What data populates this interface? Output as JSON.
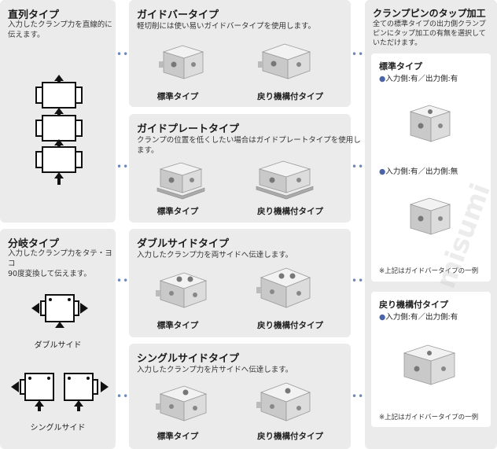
{
  "straight": {
    "title": "直列タイプ",
    "desc": [
      "入力したクランプ力を直線的に",
      "伝えます。"
    ]
  },
  "branch": {
    "title": "分岐タイプ",
    "desc": [
      "入力したクランプ力をタテ・ヨコ",
      "90度変換して伝えます。"
    ],
    "label_double": "ダブルサイド",
    "label_single": "シングルサイド"
  },
  "guide_bar": {
    "title": "ガイドバータイプ",
    "desc": "軽切削には使い易いガイドバータイプを使用します。",
    "label_std": "標準タイプ",
    "label_ret": "戻り機構付タイプ"
  },
  "guide_plate": {
    "title": "ガイドプレートタイプ",
    "desc": [
      "クランプの位置を低くしたい場合はガイドプレートタイプを使用し",
      "ます。"
    ],
    "label_std": "標準タイプ",
    "label_ret": "戻り機構付タイプ"
  },
  "double_side": {
    "title": "ダブルサイドタイプ",
    "desc": "入力したクランプ力を両サイドへ伝達します。",
    "label_std": "標準タイプ",
    "label_ret": "戻り機構付タイプ"
  },
  "single_side": {
    "title": "シングルサイドタイプ",
    "desc": "入力したクランプ力を片サイドへ伝達します。",
    "label_std": "標準タイプ",
    "label_ret": "戻り機構付タイプ"
  },
  "tap": {
    "title": "クランプピンのタップ加工",
    "desc": [
      "全ての標準タイプの出力側クランプ",
      "ピンにタップ加工の有無を選択して",
      "いただけます。"
    ],
    "std_title": "標準タイプ",
    "std_bullet1": "入力側:有／出力側:有",
    "std_bullet2": "入力側:有／出力側:無",
    "std_note": "※上記はガイドバータイプの一例",
    "ret_title": "戻り機構付タイプ",
    "ret_bullet1": "入力側:有／出力側:有",
    "ret_note": "※上記はガイドバータイプの一例"
  },
  "watermark": "misumi",
  "colors": {
    "panel": "#ebebeb",
    "bullet": "#4b63a8",
    "dots": "#6a88b8"
  }
}
